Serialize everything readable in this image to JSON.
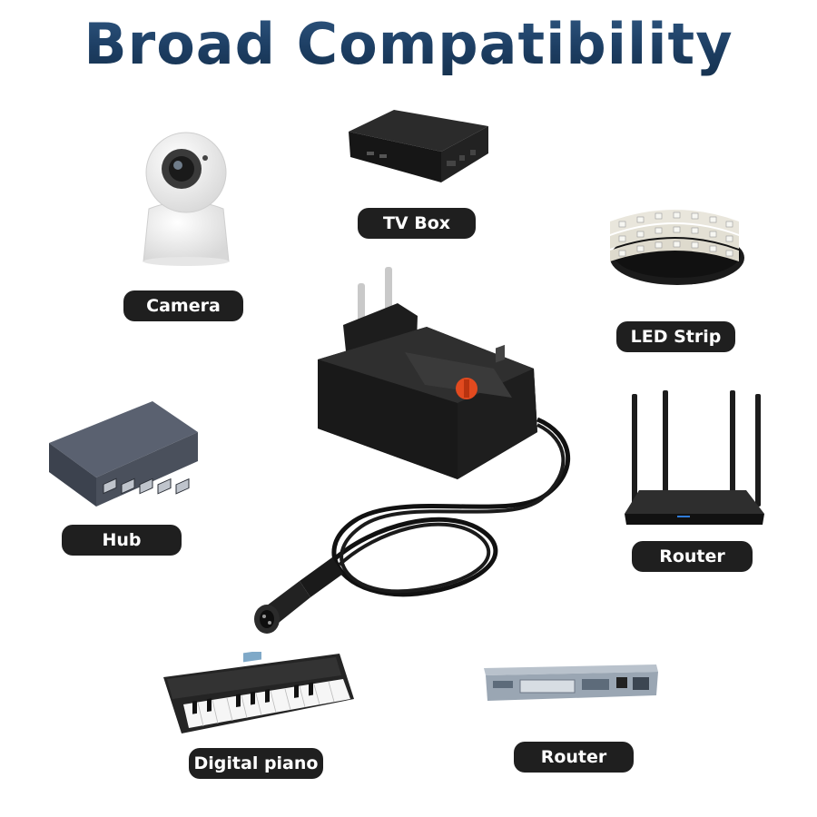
{
  "title": "Broad Compatibility",
  "devices": [
    {
      "id": "camera",
      "label": "Camera",
      "icon": "security-camera-icon"
    },
    {
      "id": "tv-box",
      "label": "TV Box",
      "icon": "tv-box-icon"
    },
    {
      "id": "led-strip",
      "label": "LED Strip",
      "icon": "led-strip-icon"
    },
    {
      "id": "hub",
      "label": "Hub",
      "icon": "network-hub-icon"
    },
    {
      "id": "router-wifi",
      "label": "Router",
      "icon": "wifi-router-icon"
    },
    {
      "id": "digital-piano",
      "label": "Digital piano",
      "icon": "keyboard-piano-icon"
    },
    {
      "id": "router-rack",
      "label": "Router",
      "icon": "rack-router-icon"
    }
  ],
  "adapter": {
    "icon": "power-adapter-icon"
  },
  "colors": {
    "title": "#1d3e63",
    "label_bg": "#1f1f1f",
    "label_text": "#ffffff",
    "adapter_dial": "#e24a1f"
  }
}
